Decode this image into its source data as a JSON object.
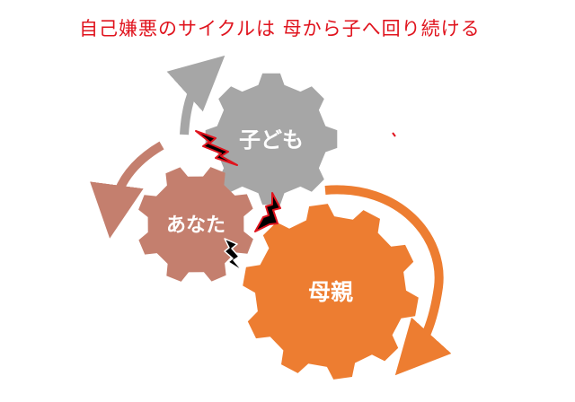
{
  "title": "自己嫌悪のサイクルは 母から子へ回り続ける",
  "gears": {
    "child": {
      "label": "子ども",
      "color": "#a6a6a6"
    },
    "you": {
      "label": "あなた",
      "color": "#c47f6e"
    },
    "mother": {
      "label": "母親",
      "color": "#ed7d31"
    }
  },
  "colors": {
    "title": "#e0141e",
    "lightning_fill": "#000000",
    "lightning_outline": "#e0141e"
  },
  "icons": [
    "gear-icon",
    "lightning-icon",
    "curved-arrow-icon"
  ]
}
